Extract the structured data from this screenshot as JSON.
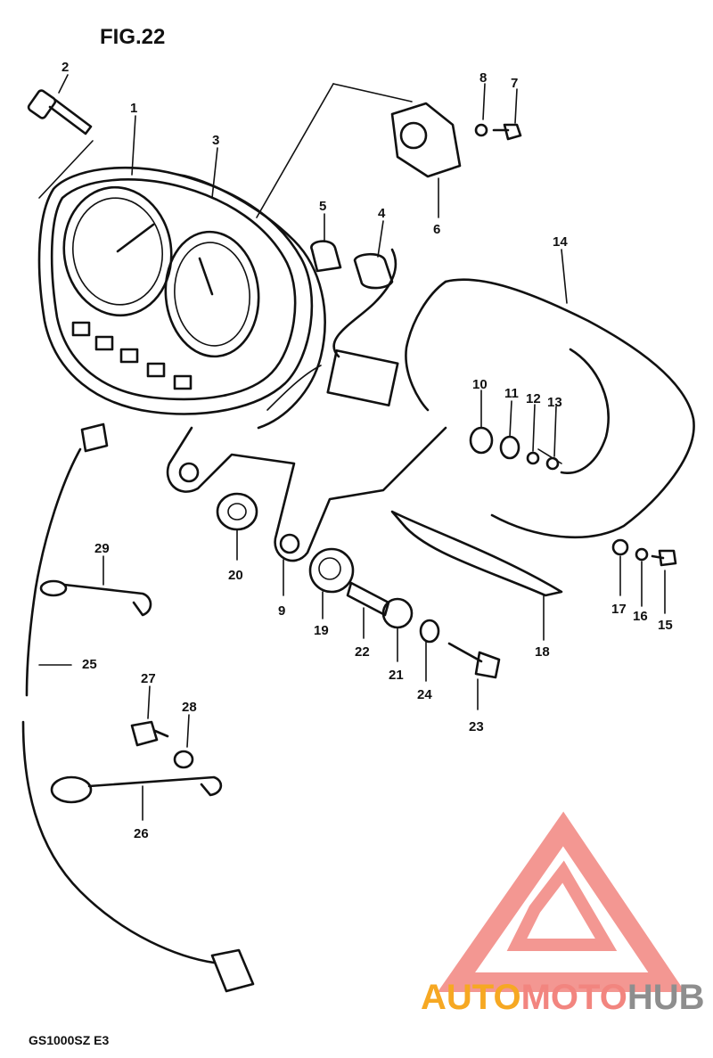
{
  "figure": {
    "title": "FIG.22",
    "model_code": "GS1000SZ E3",
    "part_labels": [
      "1",
      "2",
      "3",
      "4",
      "5",
      "6",
      "7",
      "8",
      "9",
      "10",
      "11",
      "12",
      "13",
      "14",
      "15",
      "16",
      "17",
      "18",
      "19",
      "20",
      "21",
      "22",
      "23",
      "24",
      "25",
      "26",
      "27",
      "28",
      "29"
    ]
  },
  "watermark": {
    "part1": "AUTO",
    "part2": "MOTO",
    "part3": "HUB",
    "colors": {
      "orange": "#f6a823",
      "pink": "#f2857f",
      "gray": "#8e8e8e"
    }
  }
}
